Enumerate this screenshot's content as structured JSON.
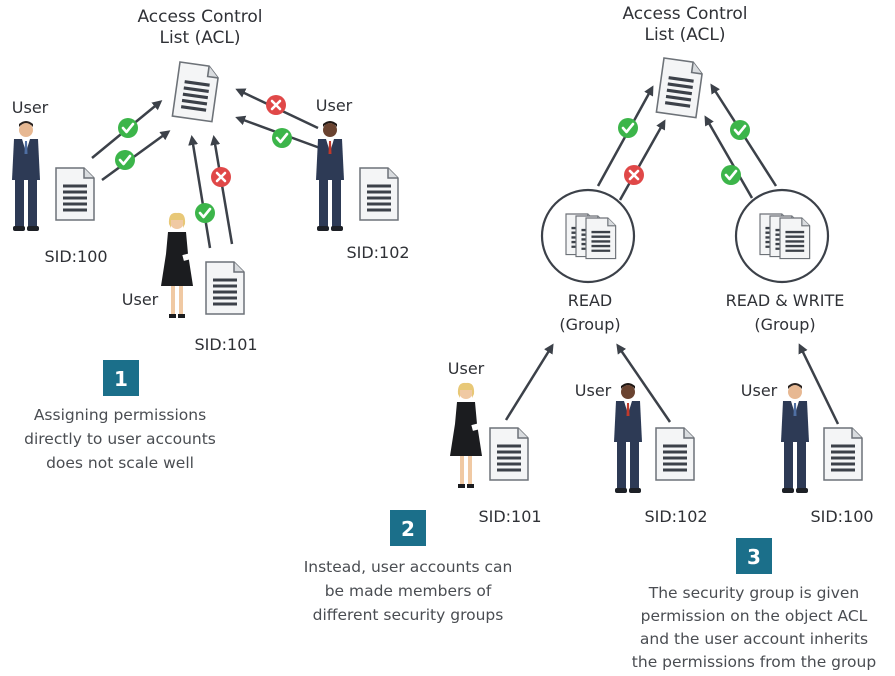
{
  "acl_left": {
    "line1": "Access Control",
    "line2": "List (ACL)"
  },
  "acl_right": {
    "line1": "Access Control",
    "line2": "List (ACL)"
  },
  "users_left": {
    "user100": {
      "label": "User",
      "sid": "SID:100"
    },
    "user101": {
      "label": "User",
      "sid": "SID:101"
    },
    "user102": {
      "label": "User",
      "sid": "SID:102"
    }
  },
  "groups": {
    "read": {
      "line1": "READ",
      "line2": "(Group)"
    },
    "readwrite": {
      "line1": "READ & WRITE",
      "line2": "(Group)"
    }
  },
  "users_right": {
    "user101": {
      "label": "User",
      "sid": "SID:101"
    },
    "user102": {
      "label": "User",
      "sid": "SID:102"
    },
    "user100": {
      "label": "User",
      "sid": "SID:100"
    }
  },
  "steps": [
    {
      "num": "1",
      "lines": [
        "Assigning permissions",
        "directly to user accounts",
        "does not scale well"
      ]
    },
    {
      "num": "2",
      "lines": [
        "Instead, user accounts can",
        "be made members of",
        "different security groups"
      ]
    },
    {
      "num": "3",
      "lines": [
        "The security group is given",
        "permission on the object ACL",
        "and the user account inherits",
        "the permissions from the group"
      ]
    }
  ],
  "colors": {
    "allow": "#3cb54a",
    "deny": "#e04848",
    "badge": "#1b6f8a",
    "arrow": "#3c4149",
    "suit": "#2d3a55"
  }
}
